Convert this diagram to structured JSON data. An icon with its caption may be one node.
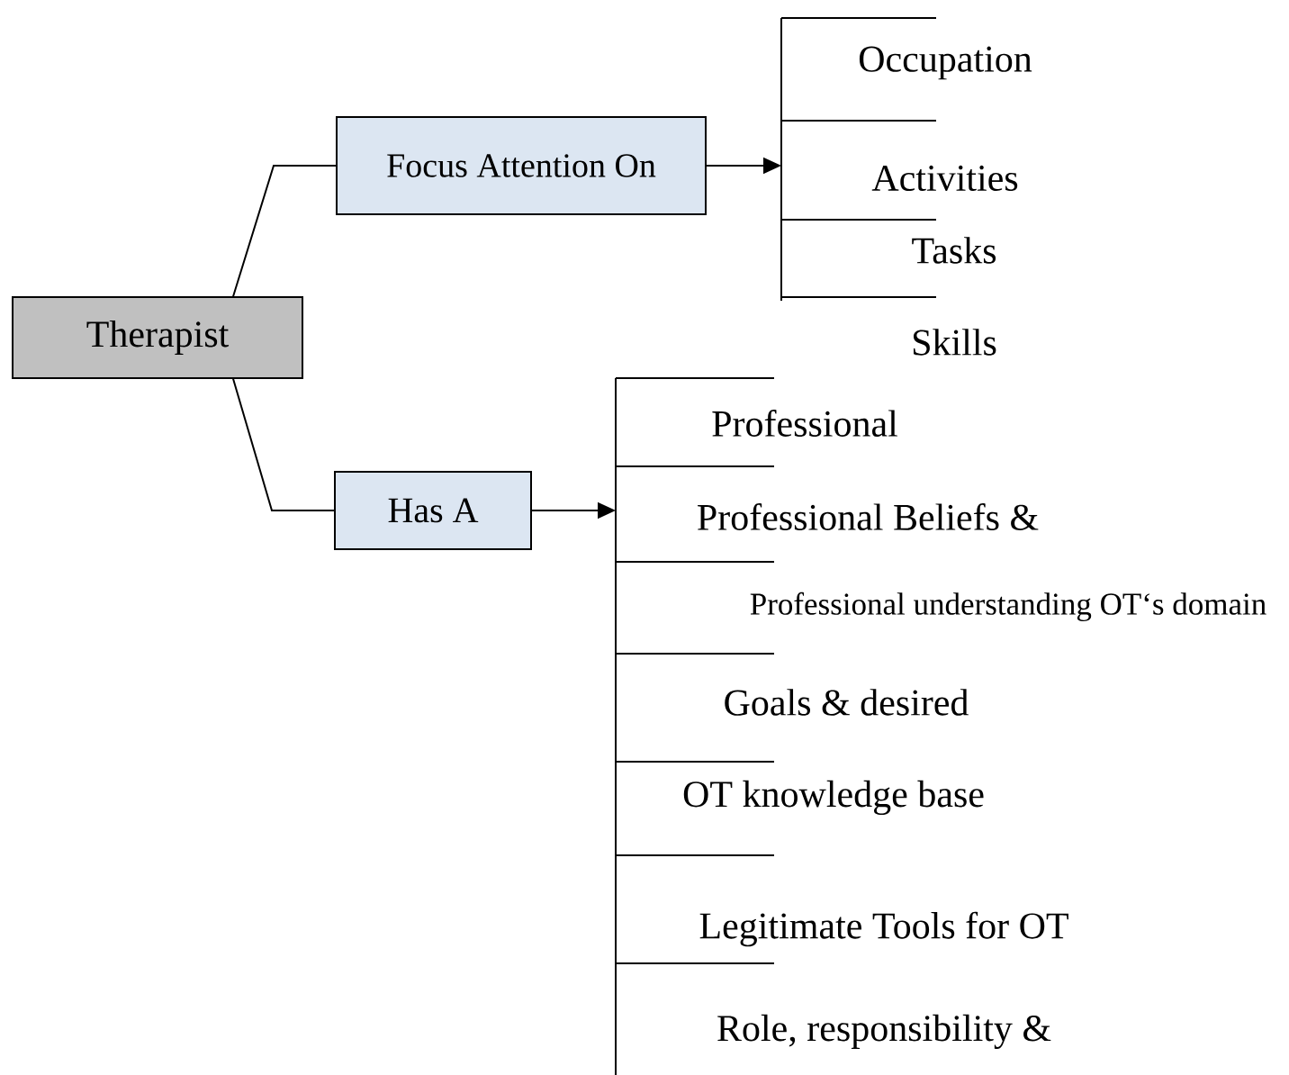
{
  "diagram": {
    "nodes": [
      {
        "text": [
          "Therapist"
        ]
      },
      {
        "text": [
          "Focus Attention On"
        ]
      },
      {
        "text": [
          "Has A"
        ]
      },
      {
        "text": [
          "Occupation",
          "Activities",
          "Tasks",
          "Skills"
        ]
      },
      {
        "text": [
          "Professional",
          "Professional Beliefs &",
          "Professional understanding OT‘s domain",
          "Goals & desired",
          "OT knowledge base",
          "Legitimate Tools for OT",
          "Role, responsibility &"
        ]
      }
    ],
    "edges": [
      {
        "from": 0,
        "to": 1,
        "arrow": "none"
      },
      {
        "from": 0,
        "to": 2,
        "arrow": "none"
      },
      {
        "from": 1,
        "to": 3,
        "arrow": "to"
      },
      {
        "from": 2,
        "to": 4,
        "arrow": "to"
      }
    ]
  }
}
